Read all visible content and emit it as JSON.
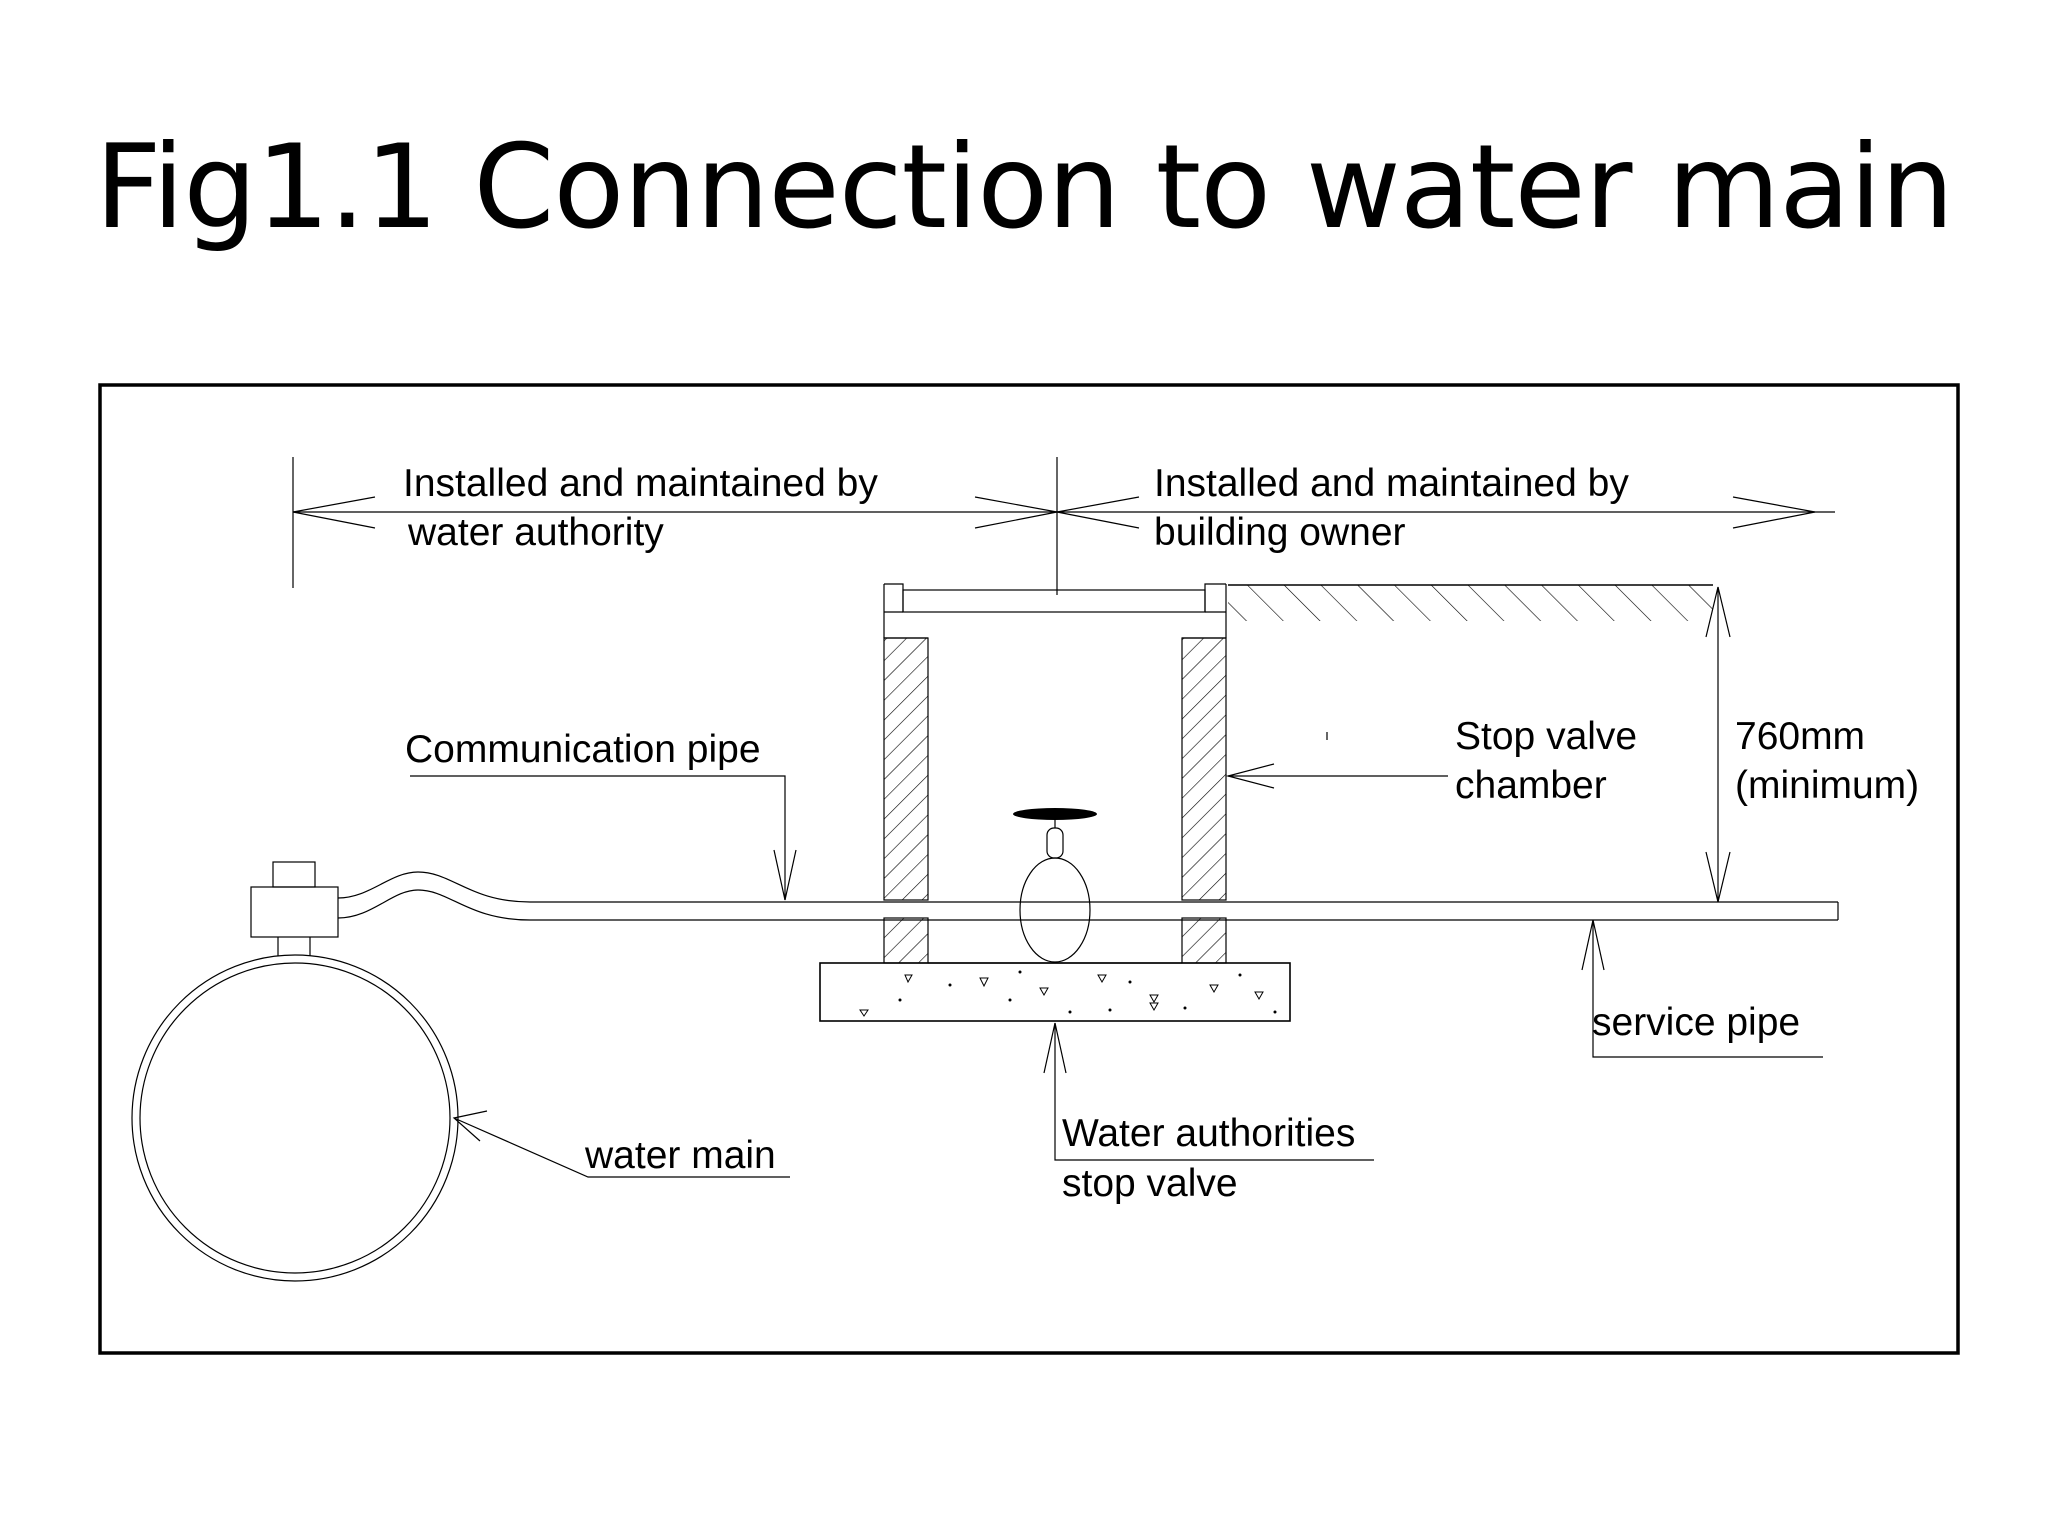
{
  "title": "Fig1.1 Connection to water main",
  "labels": {
    "water_authority_zone": [
      "Installed and maintained by",
      "water authority"
    ],
    "building_owner_zone": [
      "Installed and maintained by",
      "building owner"
    ],
    "communication_pipe": "Communication pipe",
    "stop_valve_chamber": [
      "Stop valve",
      "chamber"
    ],
    "depth_dimension": [
      "760mm",
      "(minimum)"
    ],
    "service_pipe": "service pipe",
    "water_main": "water main",
    "authority_stop_valve": [
      "Water authorities",
      "stop valve"
    ]
  }
}
